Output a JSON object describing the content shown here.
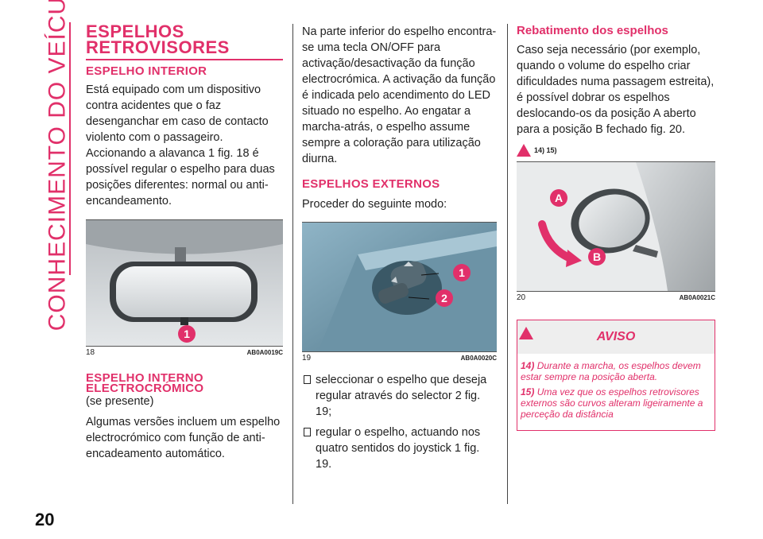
{
  "side_title": "CONHECIMENTO DO VEÍCULO",
  "page_number": "20",
  "col1": {
    "title": "ESPELHOS RETROVISORES",
    "sub1": "ESPELHO INTERIOR",
    "para1": "Está equipado com um dispositivo contra acidentes que o faz desenganchar em caso de contacto violento com o passageiro. Accionando a alavanca 1 fig. 18 é possível regular o espelho para duas posições diferentes: normal ou anti-encandeamento.",
    "fig18": {
      "callout": "1",
      "num": "18",
      "code": "AB0A0019C"
    },
    "sub2": "ESPELHO INTERNO ELECTROCRÓMICO",
    "sub2_note": "(se presente)",
    "para2": "Algumas versões incluem um espelho electrocrómico com função de anti-encadeamento automático."
  },
  "col2": {
    "para1": "Na parte inferior do espelho encontra-se uma tecla ON/OFF para activação/desactivação da função electrocrómica. A activação da função é indicada pelo acendimento do LED situado no espelho. Ao engatar a marcha-atrás, o espelho assume sempre a coloração para utilização diurna.",
    "sub": "ESPELHOS EXTERNOS",
    "para2": "Proceder do seguinte modo:",
    "fig19": {
      "callout1": "1",
      "callout2": "2",
      "num": "19",
      "code": "AB0A0020C"
    },
    "bullets": [
      "seleccionar o espelho que deseja regular através do selector 2 fig. 19;",
      "regular o espelho, actuando nos quatro sentidos do joystick 1 fig. 19."
    ]
  },
  "col3": {
    "title": "Rebatimento dos espelhos",
    "para": "Caso seja necessário (por exemplo, quando o volume do espelho criar dificuldades numa passagem estreita), é possível dobrar os espelhos deslocando-os da posição A aberto para a posição B fechado fig. 20.",
    "warn_ref": "14) 15)",
    "fig20": {
      "callout_a": "A",
      "callout_b": "B",
      "num": "20",
      "code": "AB0A0021C"
    },
    "aviso_title": "AVISO",
    "notes": [
      {
        "num": "14)",
        "text": "Durante a marcha, os espelhos devem estar sempre na posição aberta."
      },
      {
        "num": "15)",
        "text": "Uma vez que os espelhos retrovisores externos são curvos alteram ligeiramente a perceção da distância"
      }
    ]
  }
}
